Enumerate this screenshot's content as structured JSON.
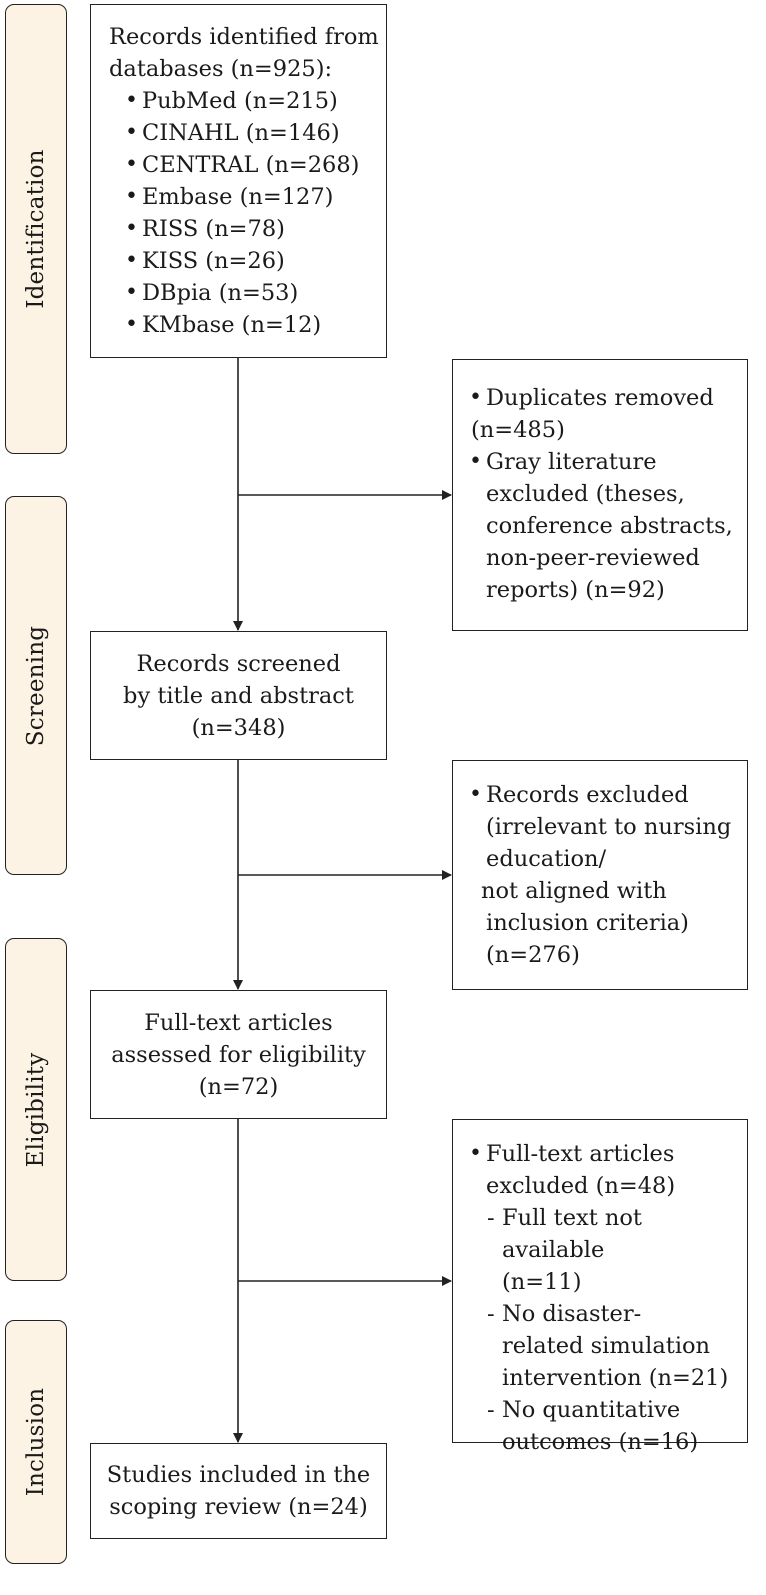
{
  "phases": {
    "identification": "Identification",
    "screening": "Screening",
    "eligibility": "Eligibility",
    "inclusion": "Inclusion"
  },
  "identified": {
    "heading_line1": "Records identified from",
    "heading_line2": "databases (n=925):",
    "sources": [
      "PubMed (n=215)",
      "CINAHL (n=146)",
      "CENTRAL (n=268)",
      "Embase (n=127)",
      "RISS (n=78)",
      "KISS (n=26)",
      "DBpia (n=53)",
      "KMbase (n=12)"
    ]
  },
  "removed": {
    "item1_line1": "Duplicates removed",
    "item1_line2": "(n=485)",
    "item2_lines": [
      "Gray literature",
      "excluded (theses,",
      "conference abstracts,",
      "non-peer-reviewed",
      "reports) (n=92)"
    ]
  },
  "screened": {
    "lines": [
      "Records screened",
      "by title and abstract",
      "(n=348)"
    ]
  },
  "excluded_screening": {
    "line1": "Records excluded",
    "lines": [
      "(irrelevant to nursing",
      "education/",
      "not aligned with",
      "inclusion criteria)",
      "(n=276)"
    ]
  },
  "fulltext": {
    "lines": [
      "Full-text articles",
      "assessed for eligibility",
      "(n=72)"
    ]
  },
  "excluded_fulltext": {
    "line1": "Full-text articles",
    "line2": "excluded (n=48)",
    "reasons": [
      [
        "Full text not available",
        "(n=11)"
      ],
      [
        "No disaster-",
        "related simulation",
        "intervention (n=21)"
      ],
      [
        "No quantitative",
        "outcomes (n=16)"
      ]
    ]
  },
  "included": {
    "lines": [
      "Studies included in the",
      "scoping review (n=24)"
    ]
  }
}
